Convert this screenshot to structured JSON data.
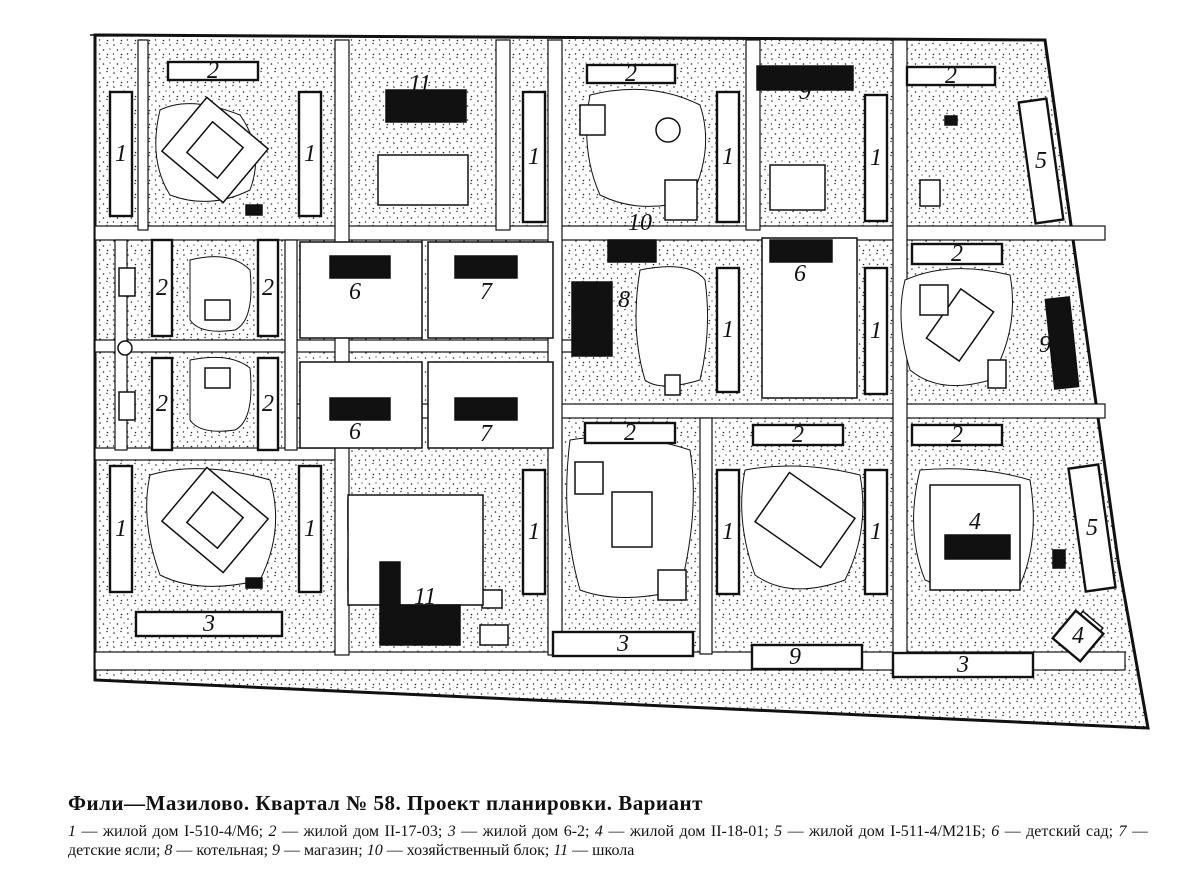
{
  "caption": {
    "title": "Фили—Мазилово. Квартал № 58. Проект планировки. Вариант",
    "legend": [
      {
        "num": "1",
        "text": "жилой дом I-510-4/М6"
      },
      {
        "num": "2",
        "text": "жилой дом II-17-03"
      },
      {
        "num": "3",
        "text": "жилой дом 6-2"
      },
      {
        "num": "4",
        "text": "жилой дом II-18-01"
      },
      {
        "num": "5",
        "text": "жилой дом I-511-4/М21Б"
      },
      {
        "num": "6",
        "text": "детский сад"
      },
      {
        "num": "7",
        "text": "детские ясли"
      },
      {
        "num": "8",
        "text": "котельная"
      },
      {
        "num": "9",
        "text": "магазин"
      },
      {
        "num": "10",
        "text": "хозяйственный блок"
      },
      {
        "num": "11",
        "text": "школа"
      }
    ]
  },
  "building_labels": {
    "n1": "1",
    "n2": "2",
    "n3": "3",
    "n4": "4",
    "n5": "5",
    "n6": "6",
    "n7": "7",
    "n8": "8",
    "n9": "9",
    "n10": "10",
    "n11": "11"
  },
  "colors": {
    "ink": "#111111",
    "paper": "#ffffff",
    "dots": "#222222"
  }
}
